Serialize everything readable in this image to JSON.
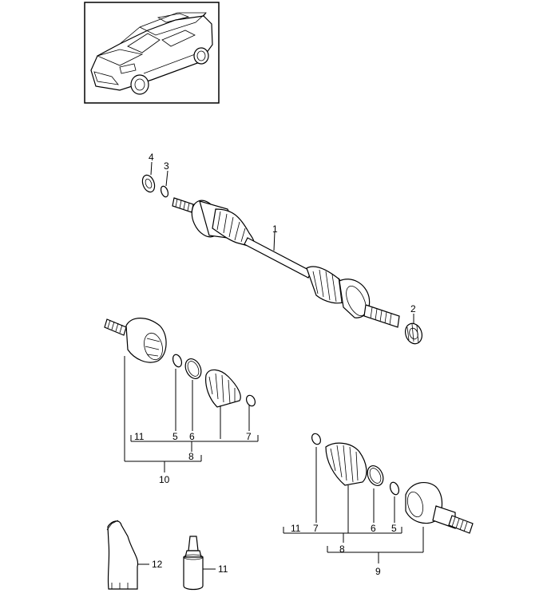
{
  "callouts": {
    "c1": "1",
    "c2": "2",
    "c3": "3",
    "c4": "4",
    "a5": "5",
    "a6": "6",
    "a7": "7",
    "a8": "8",
    "a10": "10",
    "a11": "11",
    "b5": "5",
    "b6": "6",
    "b7": "7",
    "b8": "8",
    "b9": "9",
    "b11": "11",
    "c12": "12",
    "c11b": "11"
  },
  "colors": {
    "line": "#000000",
    "background": "#ffffff"
  }
}
